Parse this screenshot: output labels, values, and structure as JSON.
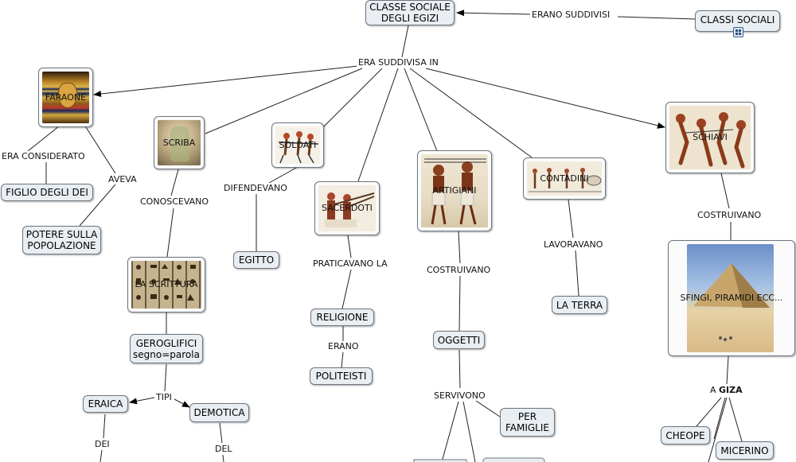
{
  "nodes": {
    "classe_sociale": "CLASSE SOCIALE\nDEGLI EGIZI",
    "classi_sociali": "CLASSI SOCIALI",
    "faraone": "FARAONE",
    "scriba": "SCRIBA",
    "soldati": "SOLDATI",
    "sacerdoti": "SACERDOTI",
    "artigiani": "ARTIGIANI",
    "contadini": "CONTADINI",
    "schiavi": "SCHIAVI",
    "figlio_dei": "FIGLIO DEGLI DEI",
    "potere": "POTERE SULLA\nPOPOLAZIONE",
    "scrittura": "LA SCRITTURA",
    "egitto": "EGITTO",
    "religione": "RELIGIONE",
    "politeisti": "POLITEISTI",
    "geroglifici": "GEROGLIFICI\nsegno=parola",
    "eraica": "ERAICA",
    "demotica": "DEMOTICA",
    "oggetti": "OGGETTI",
    "per_famiglie": "PER\nFAMIGLIE",
    "la_terra": "LA TERRA",
    "sfingi": "SFINGI,  PIRAMIDI ECC...",
    "cheope": "CHEOPE",
    "micerino": "MICERINO"
  },
  "links": {
    "erano_suddivisi": "ERANO SUDDIVISI",
    "era_suddivisa_in": "ERA SUDDIVISA IN",
    "era_considerato": "ERA CONSIDERATO",
    "aveva": "AVEVA",
    "conoscevano": "CONOSCEVANO",
    "difendevano": "DIFENDEVANO",
    "praticavano_la": "PRATICAVANO LA",
    "erano": "ERANO",
    "costruivano_1": "COSTRUIVANO",
    "lavoravano": "LAVORAVANO",
    "costruivano_2": "COSTRUIVANO",
    "tipi": "TIPI",
    "servivono": "SERVIVONO",
    "dei": "DEI",
    "del": "DEL",
    "a": "A",
    "giza": "GIZA"
  },
  "icons": {
    "attachment": "resource-link-icon"
  }
}
